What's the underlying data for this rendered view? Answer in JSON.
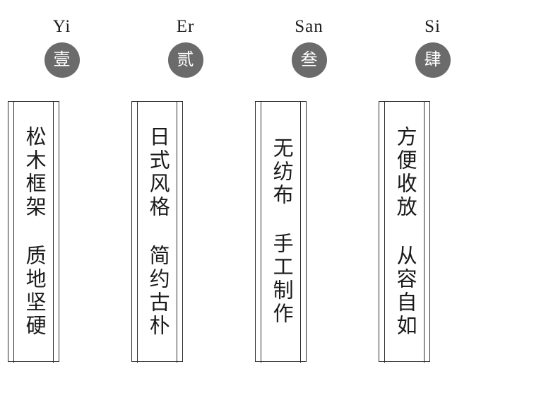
{
  "page": {
    "background_color": "#ffffff",
    "text_color": "#1a1a1a",
    "badge_color": "#6b6b6b",
    "badge_text_color": "#ffffff",
    "frame_color": "#2b2b2b"
  },
  "columns": [
    {
      "roman_label": "Yi",
      "badge_numeral": "壹",
      "body_text": "松木框架 质地坚硬"
    },
    {
      "roman_label": "Er",
      "badge_numeral": "贰",
      "body_text": "日式风格 简约古朴"
    },
    {
      "roman_label": "San",
      "badge_numeral": "叁",
      "body_text": "无纺布 手工制作"
    },
    {
      "roman_label": "Si",
      "badge_numeral": "肆",
      "body_text": "方便收放 从容自如"
    }
  ]
}
